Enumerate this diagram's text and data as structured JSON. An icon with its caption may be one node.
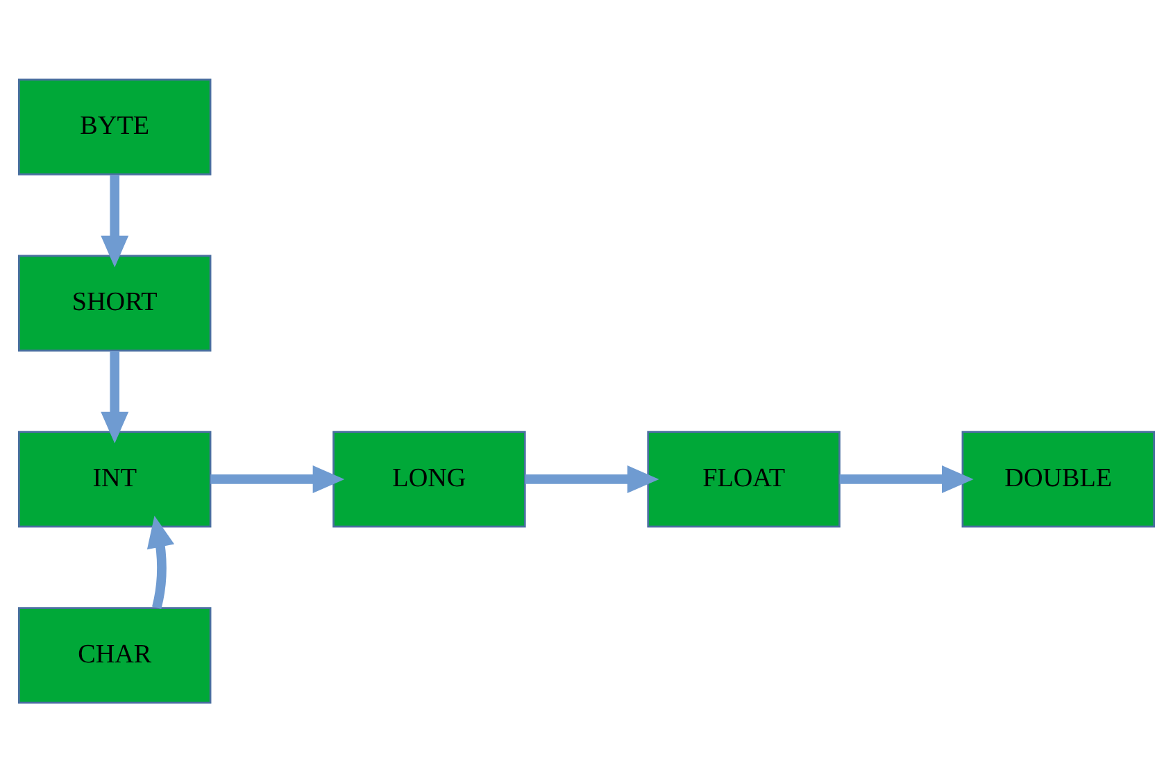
{
  "diagram": {
    "nodes": [
      {
        "text": [
          "BYTE"
        ]
      },
      {
        "text": [
          "SHORT"
        ]
      },
      {
        "text": [
          "INT"
        ]
      },
      {
        "text": [
          "LONG"
        ]
      },
      {
        "text": [
          "FLOAT"
        ]
      },
      {
        "text": [
          "DOUBLE"
        ]
      },
      {
        "text": [
          "CHAR"
        ]
      }
    ],
    "edges": [
      {
        "from": 0,
        "to": 1,
        "arrow": "to"
      },
      {
        "from": 1,
        "to": 2,
        "arrow": "to"
      },
      {
        "from": 2,
        "to": 3,
        "arrow": "to"
      },
      {
        "from": 3,
        "to": 4,
        "arrow": "to"
      },
      {
        "from": 4,
        "to": 5,
        "arrow": "to"
      },
      {
        "from": 6,
        "to": 2,
        "arrow": "to"
      }
    ]
  }
}
